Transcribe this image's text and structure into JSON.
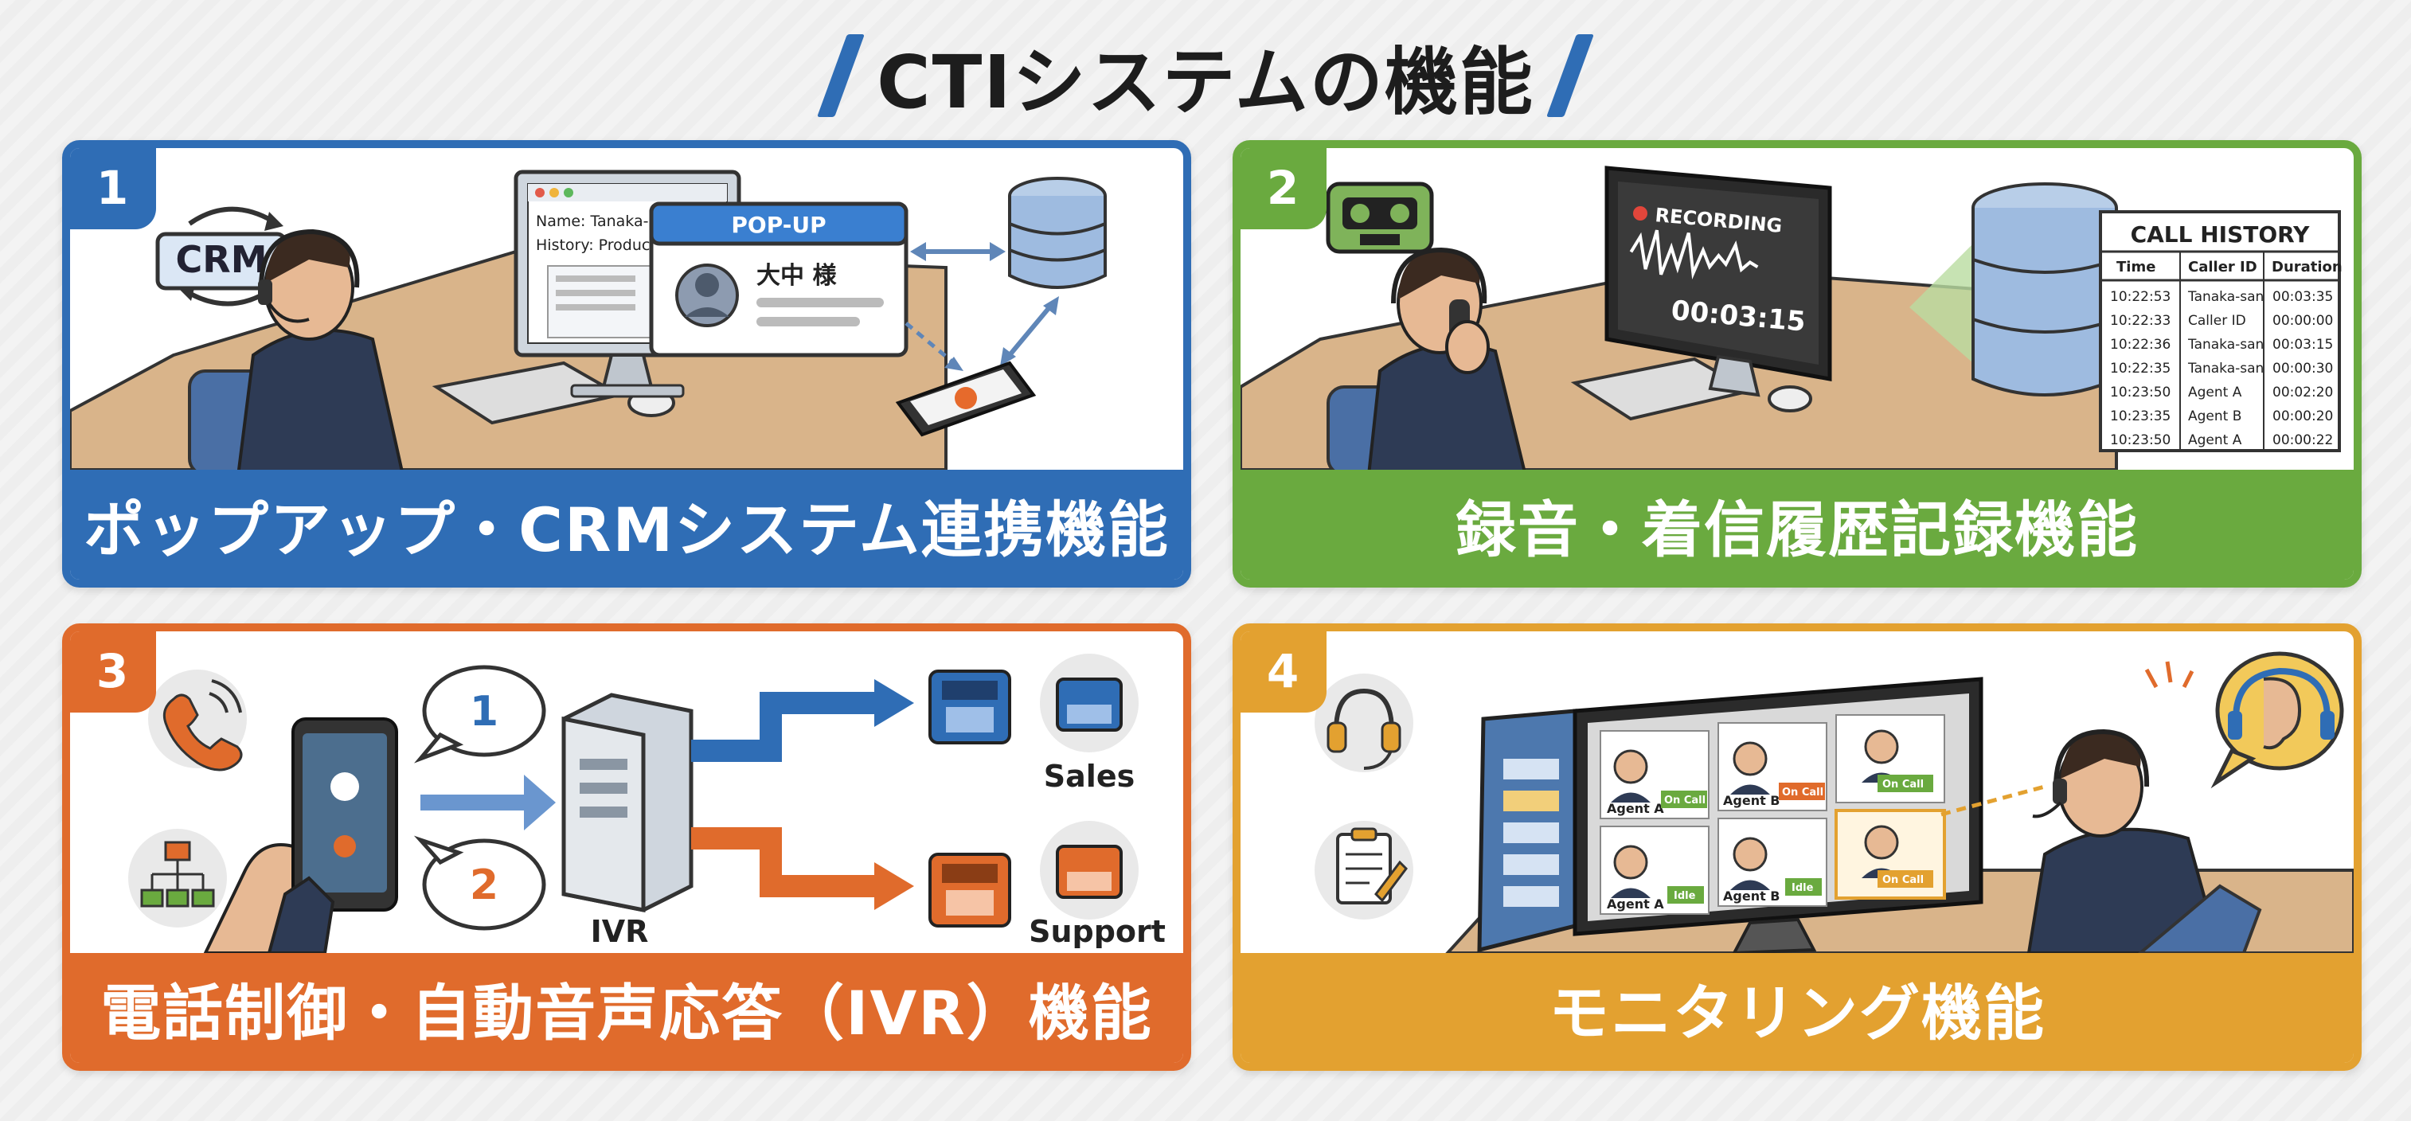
{
  "page": {
    "title": "CTIシステムの機能"
  },
  "panels": [
    {
      "number": "1",
      "label": "ポップアップ・CRMシステム連携機能",
      "crm_label": "CRM",
      "monitor_name_line": "Name:   Tanaka-san",
      "monitor_history_line": "History: Product A",
      "popup_title": "POP-UP",
      "popup_name": "大中 様",
      "accent": "#2f6db5"
    },
    {
      "number": "2",
      "label": "録音・着信履歴記録機能",
      "recording_label": "RECORDING",
      "recording_time": "00:03:15",
      "call_history": {
        "title": "CALL HISTORY",
        "columns": [
          "Time",
          "Caller ID",
          "Duration"
        ],
        "rows": [
          [
            "10:22:53",
            "Tanaka-san",
            "00:03:35"
          ],
          [
            "10:22:33",
            "Caller ID",
            "00:00:00"
          ],
          [
            "10:22:36",
            "Tanaka-san",
            "00:03:15"
          ],
          [
            "10:22:35",
            "Tanaka-san",
            "00:00:30"
          ],
          [
            "10:23:50",
            "Agent A",
            "00:02:20"
          ],
          [
            "10:23:35",
            "Agent B",
            "00:00:20"
          ],
          [
            "10:23:50",
            "Agent A",
            "00:00:22"
          ]
        ]
      },
      "accent": "#6aaa3f"
    },
    {
      "number": "3",
      "label": "電話制御・自動音声応答（IVR）機能",
      "option_1": "1",
      "option_2": "2",
      "ivr_label": "IVR",
      "sales_label": "Sales",
      "support_label": "Support",
      "accent": "#e06b2c"
    },
    {
      "number": "4",
      "label": "モニタリング機能",
      "agents": [
        {
          "name": "Agent A",
          "status": "On Call"
        },
        {
          "name": "Agent B",
          "status": "On Call"
        },
        {
          "name": "",
          "status": "On Call"
        },
        {
          "name": "Agent A",
          "status": "Idle"
        },
        {
          "name": "Agent B",
          "status": "Idle"
        },
        {
          "name": "",
          "status": "On Call"
        }
      ],
      "accent": "#e3a130"
    }
  ],
  "icons": {
    "p1": [
      "refresh-arrows-icon",
      "database-icon",
      "smartphone-icon",
      "headset-icon"
    ],
    "p2": [
      "cassette-tape-icon",
      "database-icon",
      "headset-icon"
    ],
    "p3": [
      "phone-ringing-icon",
      "flowchart-icon",
      "smartphone-icon",
      "server-icon",
      "desk-phone-icon"
    ],
    "p4": [
      "headset-icon",
      "clipboard-icon",
      "ear-listening-icon"
    ]
  }
}
